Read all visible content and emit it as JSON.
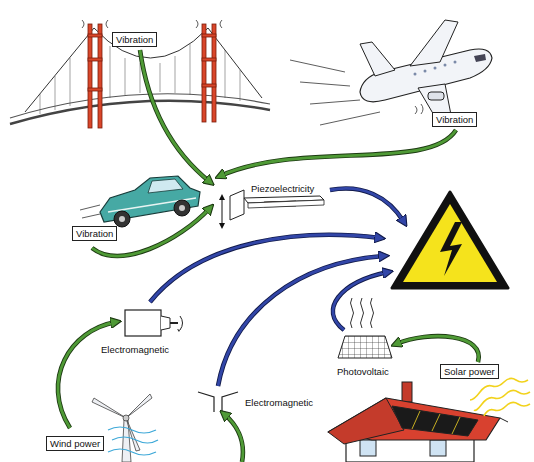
{
  "diagram": {
    "nodes": [
      {
        "text": [
          "Vibration"
        ]
      },
      {
        "text": [
          "Vibration"
        ]
      },
      {
        "text": [
          "Vibration"
        ]
      },
      {
        "text": [
          "Solar power"
        ]
      },
      {
        "text": [
          "Wind power"
        ]
      }
    ],
    "labels": [
      "Piezoelectricity",
      "Electromagnetic",
      "Electromagnetic",
      "Photovoltaic"
    ]
  }
}
